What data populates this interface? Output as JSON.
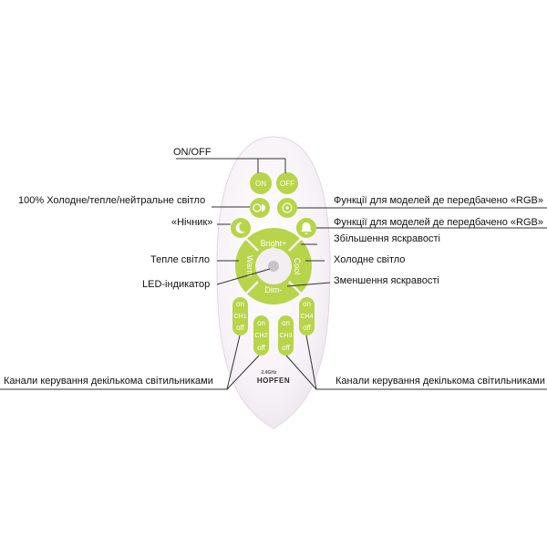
{
  "remote": {
    "colors": {
      "body": "#f4eff4",
      "button": "#b8d44a",
      "button_dark": "#a6c23a",
      "led": "#c7c3c7"
    },
    "buttons": {
      "on": "ON",
      "off": "OFF",
      "cct_icon": "cct-toggle-icon",
      "rgb_icon": "rgb-icon",
      "night_icon": "moon-icon",
      "bell_icon": "bell-icon",
      "bright": "Bright+",
      "warm": "Warm",
      "cool": "Cool",
      "dim": "Dim-",
      "ch1": {
        "top": "on",
        "mid": "CH1",
        "bottom": "off"
      },
      "ch2": {
        "top": "on",
        "mid": "CH2",
        "bottom": "off"
      },
      "ch3": {
        "top": "on",
        "mid": "CH3",
        "bottom": "off"
      },
      "ch4": {
        "top": "on",
        "mid": "CH4",
        "bottom": "off"
      }
    },
    "brand": {
      "freq": "2.4GHz",
      "name": "HOPFEN"
    }
  },
  "labels": {
    "onoff": "ON/OFF",
    "cct": "100% Холодне/тепле/нейтральне світло",
    "rgb1": "Функції для моделей де передбачено «RGB»",
    "night": "«Нічник»",
    "rgb2": "Функції для моделей де передбачено «RGB»",
    "bright": "Збільшення яскравості",
    "warm": "Тепле світло",
    "cool": "Холодне світло",
    "led": "LED-індикатор",
    "dim": "Зменшення яскравості",
    "channels_left": "Канали керування декількома світильниками",
    "channels_right": "Канали керування декількома світильниками"
  }
}
